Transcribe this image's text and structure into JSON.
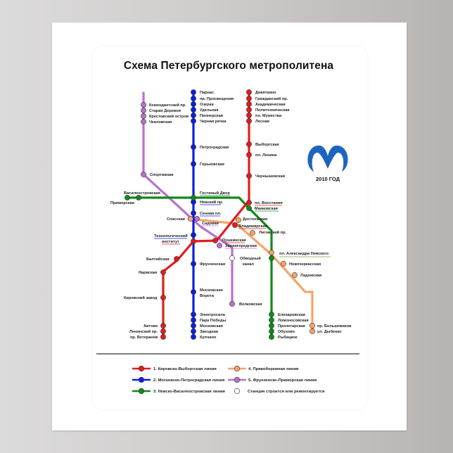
{
  "title": "Схема Петербургского метрополитена",
  "logo": {
    "year": "2010 ГОД",
    "color": "#1d64c2"
  },
  "colors": {
    "line1": "#e31b1b",
    "line2": "#0a1fe0",
    "line3": "#118a1a",
    "line4": "#f4a46a",
    "line5": "#b772cc",
    "construction": "#ffffff"
  },
  "lines": [
    {
      "id": "line1",
      "name": "1. Кировско-Выборгская линия",
      "stations": [
        "Девяткино",
        "Гражданский пр.",
        "Академическая",
        "Политехническая",
        "пл. Мужества",
        "Лесная",
        "Выборгская",
        "пл. Ленина",
        "Чернышевская",
        "пл. Восстания",
        "Владимирская",
        "Пушкинская",
        "Технологический институт",
        "Балтийская",
        "Нарвская",
        "Кировский завод",
        "Автово",
        "Ленинский пр.",
        "пр. Ветеранов"
      ]
    },
    {
      "id": "line2",
      "name": "2. Московско-Петроградская линия",
      "stations": [
        "Парнас",
        "пр. Просвещения",
        "Озерки",
        "Удельная",
        "Пионерская",
        "Черная речка",
        "Петроградская",
        "Горьковская",
        "Невский пр.",
        "Сенная пл.",
        "Технологический институт",
        "Фрунзенская",
        "Московские Ворота",
        "Электросила",
        "Парк Победы",
        "Московская",
        "Звездная",
        "Купчино"
      ]
    },
    {
      "id": "line3",
      "name": "3. Невско-Василеостровская линия",
      "stations": [
        "Приморская",
        "Василеостровская",
        "Гостиный Двор",
        "Маяковская",
        "пл. Александра Невского",
        "Елизаровская",
        "Ломоносовская",
        "Пролетарская",
        "Обухово",
        "Рыбацкое"
      ]
    },
    {
      "id": "line4",
      "name": "4. Правобережная линия",
      "stations": [
        "Спасская",
        "Достоевская",
        "Лиговский пр.",
        "пл. Александра Невского",
        "Новочеркасская",
        "Ладожская",
        "пр. Большевиков",
        "ул. Дыбенко"
      ]
    },
    {
      "id": "line5",
      "name": "5. Фрунзенско-Приморская линия",
      "stations": [
        "Комендантский пр.",
        "Старая Деревня",
        "Крестовский остров",
        "Чкаловская",
        "Спортивная",
        "Садовая",
        "Звенигородская",
        "Обводный канал",
        "Волковская"
      ]
    }
  ],
  "labels": {
    "komendantsky": "Комендантский пр.",
    "staraya": "Старая Деревня",
    "krestovsky": "Крестовский остров",
    "chkalovskaya": "Чкаловская",
    "sportivnaya": "Спортивная",
    "parnas": "Парнас",
    "prosvescheniya": "пр. Просвещения",
    "ozerki": "Озерки",
    "udelnaya": "Удельная",
    "pionerskaya": "Пионерская",
    "chernaya": "Черная речка",
    "petrogradskaya": "Петроградская",
    "gorkovskaya": "Горьковская",
    "devyatkino": "Девяткино",
    "grazhdansky": "Гражданский пр.",
    "akademicheskaya": "Академическая",
    "politekh": "Политехническая",
    "muzhestva": "пл. Мужества",
    "lesnaya": "Лесная",
    "vyborgskaya": "Выборгская",
    "lenina": "пл. Ленина",
    "chernyshevskaya": "Чернышевская",
    "vasileostrovskaya": "Василеостровская",
    "primorskaya": "Приморская",
    "gostiny": "Гостиный Двор",
    "nevsky": "Невский пр.",
    "vosstaniya": "пл. Восстания",
    "mayakovskaya": "Маяковская",
    "sennaya": "Сенная пл.",
    "spasskaya": "Спасская",
    "sadovaya": "Садовая",
    "dostoevskaya": "Достоевская",
    "vladimirskaya": "Владимирская",
    "ligovsky": "Лиговский пр.",
    "tekhnolog1": "Технологический",
    "tekhnolog2": "институт",
    "pushkinskaya": "Пушкинская",
    "zvenigorodskaya": "Звенигородская",
    "obvodny1": "Обводный",
    "obvodny2": "канал",
    "nevskogo": "пл. Александра Невского",
    "novocherkasskaya": "Новочеркасская",
    "ladozhskaya": "Ладожская",
    "baltiyskaya": "Балтийская",
    "narvskaya": "Нарвская",
    "frunzenskaya": "Фрунзенская",
    "kirovsky": "Кировский завод",
    "moskovskie1": "Московские",
    "moskovskie2": "Ворота",
    "volkovskaya": "Волковская",
    "avtovo": "Автово",
    "leninsky": "Ленинский пр.",
    "veteranov": "пр. Ветеранов",
    "elektrosila": "Электросила",
    "park": "Парк Победы",
    "moskovskaya": "Московская",
    "zvezdnaya": "Звездная",
    "kupchino": "Купчино",
    "elizarovskaya": "Елизаровская",
    "lomonosovskaya": "Ломоносовская",
    "proletarskaya": "Пролетарская",
    "obukhovo": "Обухово",
    "rybatskoe": "Рыбацкое",
    "bolshevikov": "пр. Большевиков",
    "dybenko": "ул. Дыбенко"
  },
  "legend": {
    "line1": "1. Кировско-Выборгская линия",
    "line2": "2. Московско-Петроградская линия",
    "line3": "3. Невско-Василеостровская линия",
    "line4": "4. Правобережная линия",
    "line5": "5. Фрунзенско-Приморская линия",
    "construction": "Станция строится или ремонтируется"
  }
}
